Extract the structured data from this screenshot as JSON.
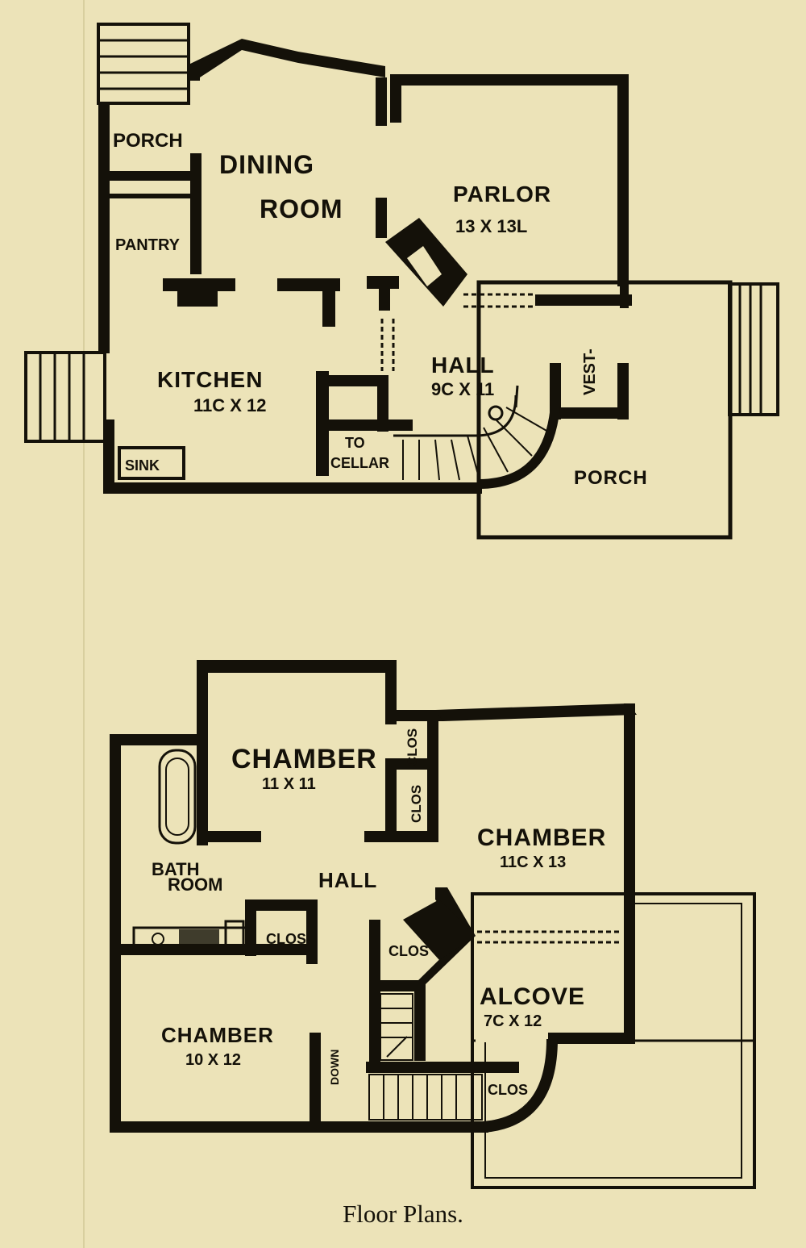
{
  "caption": "Floor Plans.",
  "first_floor": {
    "porch_left": "PORCH",
    "dining_room_1": "DINING",
    "dining_room_2": "ROOM",
    "pantry": "PANTRY",
    "parlor": "PARLOR",
    "parlor_dim": "13 X 13L",
    "kitchen": "KITCHEN",
    "kitchen_dim": "11C X 12",
    "hall": "HALL",
    "hall_dim": "9C X 11",
    "vest": "VEST-",
    "sink": "SINK",
    "to_cellar_1": "TO",
    "to_cellar_2": "CELLAR",
    "porch_right": "PORCH"
  },
  "second_floor": {
    "chamber_top": "CHAMBER",
    "chamber_top_dim": "11 X 11",
    "clos_1": "CLOS",
    "clos_2": "CLOS",
    "chamber_right": "CHAMBER",
    "chamber_right_dim": "11C X 13",
    "bath_1": "BATH",
    "bath_2": "ROOM",
    "hall": "HALL",
    "clos_3": "CLOS",
    "clos_4": "CLOS",
    "alcove": "ALCOVE",
    "alcove_dim": "7C X 12",
    "chamber_bottom": "CHAMBER",
    "chamber_bottom_dim": "10 X 12",
    "down": "DOWN",
    "clos_5": "CLOS"
  },
  "colors": {
    "paper": "#ece3b8",
    "ink": "#141109"
  }
}
